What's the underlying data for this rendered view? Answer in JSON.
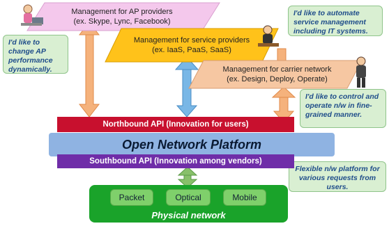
{
  "ap_providers": {
    "title": "Management for AP providers",
    "subtitle": "(ex. Skype, Lync, Facebook)"
  },
  "service_providers": {
    "title": "Management for service providers",
    "subtitle": "(ex. IaaS, PaaS, SaaS)"
  },
  "carrier_network": {
    "title": "Management for carrier network",
    "subtitle": "(ex. Design, Deploy, Operate)"
  },
  "notes": {
    "ap_performance": "I'd like to change AP performance dynamically.",
    "automate": "I'd like to automate service management including IT systems.",
    "control": "I'd like to control and operate n/w in fine-grained manner.",
    "flexible": "Flexible n/w platform for various requests from users."
  },
  "northbound": "Northbound API (Innovation for users)",
  "platform": "Open Network Platform",
  "southbound": "Southbound API (Innovation among vendors)",
  "physical": {
    "items": [
      "Packet",
      "Optical",
      "Mobile"
    ],
    "label": "Physical network"
  },
  "colors": {
    "ap_banner": "#f4c8ec",
    "service_banner": "#ffc21a",
    "carrier_banner": "#f6c7a2",
    "northbound": "#c8102e",
    "platform": "#8fb3e2",
    "southbound": "#6f2da8",
    "physical": "#1aa32a",
    "note_bg": "#d9efd2",
    "arrow_orange": "#f5b27c",
    "arrow_blue": "#79b7e6",
    "arrow_green": "#88c06a"
  },
  "icons": [
    "person-laptop-icon",
    "person-desk-icon",
    "person-standing-icon"
  ]
}
